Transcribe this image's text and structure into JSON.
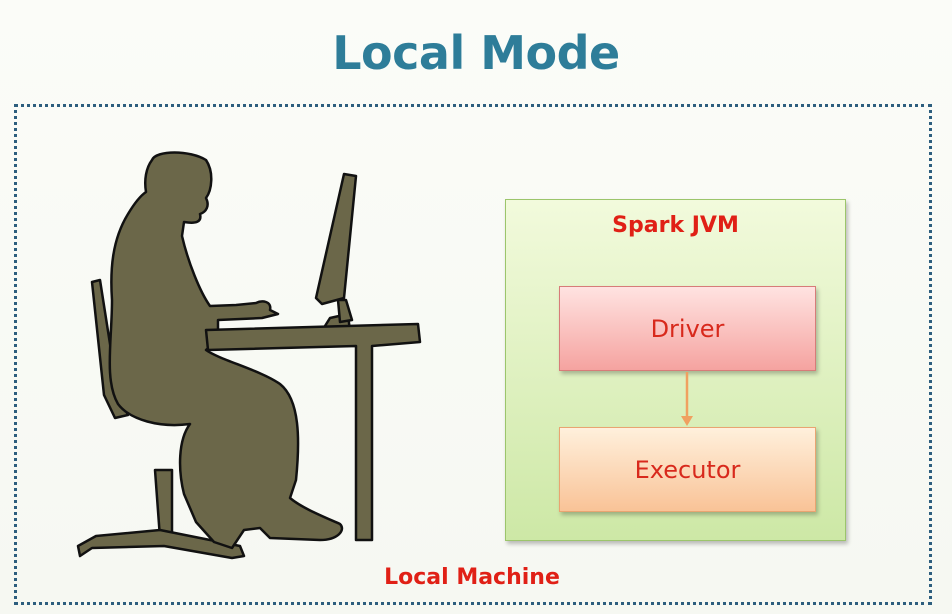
{
  "slide": {
    "title": "Local Mode",
    "machine_label": "Local Machine"
  },
  "jvm": {
    "label": "Spark JVM",
    "driver_label": "Driver",
    "executor_label": "Executor"
  },
  "colors": {
    "title": "#2e7d99",
    "label_red": "#e02016",
    "silhouette": "#6b6749",
    "border": "#2d5e7e",
    "arrow": "#f0a060"
  }
}
